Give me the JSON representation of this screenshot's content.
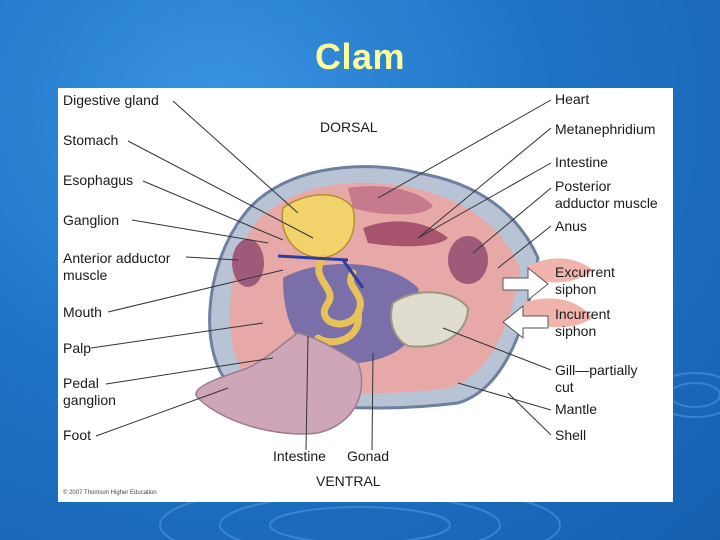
{
  "slide": {
    "title": "Clam",
    "background_color": "#1f74c8",
    "title_color": "#ffff99"
  },
  "diagram": {
    "orientation": {
      "top": "DORSAL",
      "bottom": "VENTRAL"
    },
    "copyright": "© 2007 Thomson Higher Education",
    "left_labels": [
      "Digestive gland",
      "Stomach",
      "Esophagus",
      "Ganglion",
      "Anterior adductor\nmuscle",
      "Mouth",
      "Palp",
      "Pedal\nganglion",
      "Foot"
    ],
    "right_labels": [
      "Heart",
      "Metanephridium",
      "Intestine",
      "Posterior\nadductor muscle",
      "Anus",
      "Excurrent\nsiphon",
      "Incurrent\nsiphon",
      "Gill—partially\ncut",
      "Mantle",
      "Shell"
    ],
    "bottom_labels": [
      "Intestine",
      "Gonad"
    ]
  }
}
